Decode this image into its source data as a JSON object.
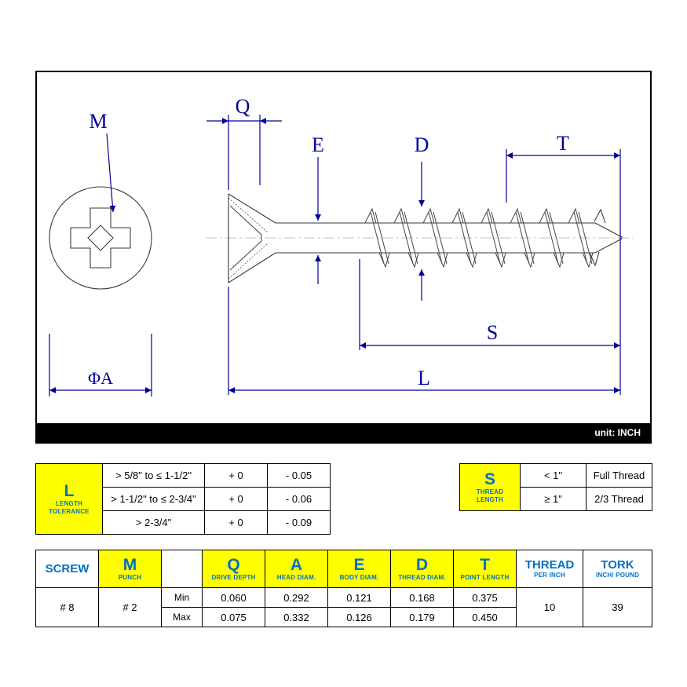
{
  "drawing": {
    "unit_label": "unit: INCH",
    "labels": {
      "m": "M",
      "q": "Q",
      "e": "E",
      "d": "D",
      "t": "T",
      "s": "S",
      "l": "L",
      "phi_a": "ΦA"
    }
  },
  "length_tolerance": {
    "symbol": "L",
    "name_line1": "LENGTH",
    "name_line2": "TOLERANCE",
    "rows": [
      {
        "range": "> 5/8\" to ≤ 1-1/2\"",
        "plus": "+ 0",
        "minus": "- 0.05"
      },
      {
        "range": "> 1-1/2\" to ≤ 2-3/4\"",
        "plus": "+ 0",
        "minus": "- 0.06"
      },
      {
        "range": "> 2-3/4\"",
        "plus": "+ 0",
        "minus": "- 0.09"
      }
    ]
  },
  "thread_length": {
    "symbol": "S",
    "name_line1": "THREAD",
    "name_line2": "LENGTH",
    "rows": [
      {
        "condition": "< 1\"",
        "value": "Full Thread"
      },
      {
        "condition": "≥ 1\"",
        "value": "2/3 Thread"
      }
    ]
  },
  "spec": {
    "headers": [
      {
        "symbol": "SCREW",
        "caption": ""
      },
      {
        "symbol": "M",
        "caption": "PUNCH"
      },
      {
        "symbol": "",
        "caption": ""
      },
      {
        "symbol": "Q",
        "caption": "DRIVE DEPTH"
      },
      {
        "symbol": "A",
        "caption": "HEAD DIAM."
      },
      {
        "symbol": "E",
        "caption": "BODY DIAM."
      },
      {
        "symbol": "D",
        "caption": "THREAD DIAM."
      },
      {
        "symbol": "T",
        "caption": "POINT LENGTH"
      },
      {
        "symbol": "THREAD",
        "caption": "PER INCH"
      },
      {
        "symbol": "TORK",
        "caption": "INCH/ POUND"
      }
    ],
    "screw_size": "# 8",
    "punch_size": "# 2",
    "rows": [
      {
        "label": "Min",
        "q": "0.060",
        "a": "0.292",
        "e": "0.121",
        "d": "0.168",
        "t": "0.375"
      },
      {
        "label": "Max",
        "q": "0.075",
        "a": "0.332",
        "e": "0.126",
        "d": "0.179",
        "t": "0.450"
      }
    ],
    "thread_per_inch": "10",
    "tork": "39"
  },
  "colors": {
    "accent_yellow": "#ffff00",
    "table_blue": "#0070c0",
    "dimension_blue": "#000099"
  }
}
